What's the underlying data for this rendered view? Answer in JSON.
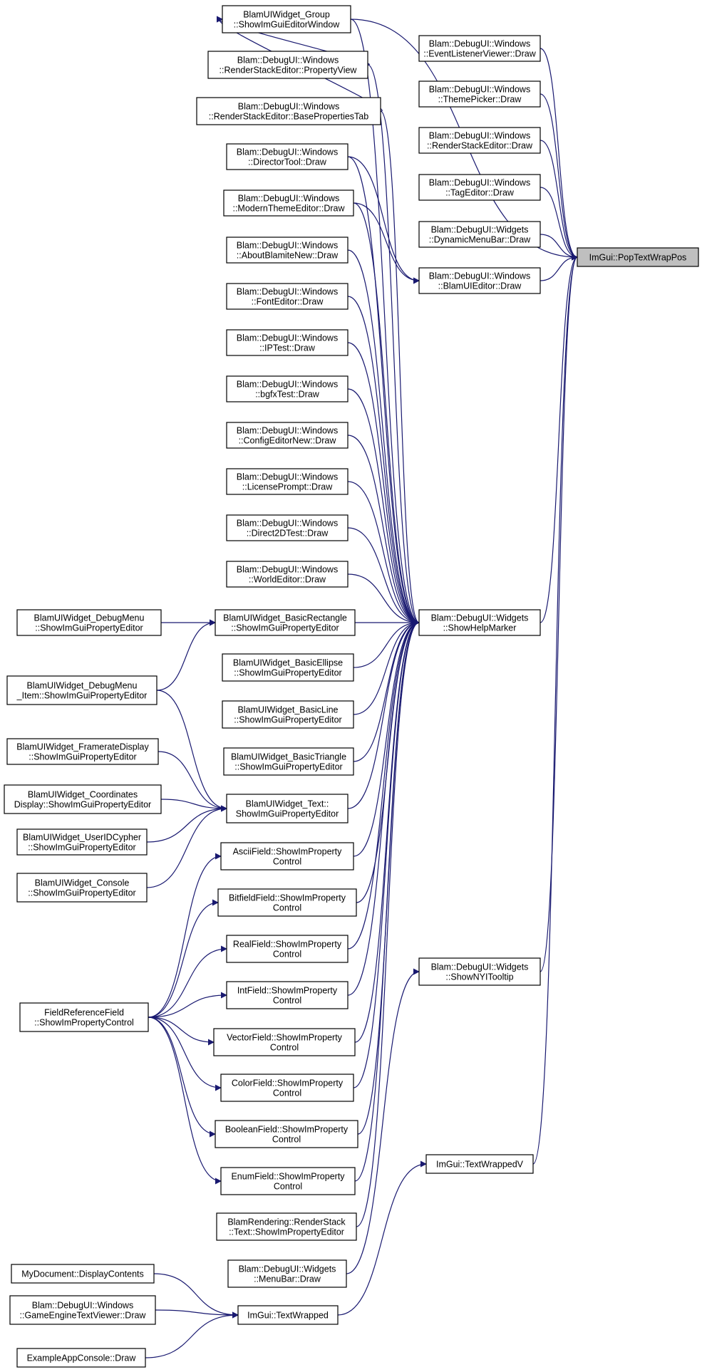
{
  "graph": {
    "root": "n0",
    "colors": {
      "edge": "#191970",
      "root_fill": "#bfbfbf",
      "node_fill": "#ffffff",
      "node_border": "#000000"
    },
    "nodes": [
      {
        "id": "n0",
        "lines": [
          "ImGui::PopTextWrapPos"
        ]
      },
      {
        "id": "n1",
        "lines": [
          "Blam::DebugUI::Windows",
          "::EventListenerViewer::Draw"
        ]
      },
      {
        "id": "n2",
        "lines": [
          "Blam::DebugUI::Windows",
          "::ThemePicker::Draw"
        ]
      },
      {
        "id": "n3",
        "lines": [
          "Blam::DebugUI::Windows",
          "::RenderStackEditor::Draw"
        ]
      },
      {
        "id": "n4",
        "lines": [
          "Blam::DebugUI::Windows",
          "::TagEditor::Draw"
        ]
      },
      {
        "id": "n5",
        "lines": [
          "Blam::DebugUI::Widgets",
          "::DynamicMenuBar::Draw"
        ]
      },
      {
        "id": "n6",
        "lines": [
          "Blam::DebugUI::Windows",
          "::BlamUIEditor::Draw"
        ]
      },
      {
        "id": "n7",
        "lines": [
          "Blam::DebugUI::Widgets",
          "::ShowHelpMarker"
        ]
      },
      {
        "id": "n8",
        "lines": [
          "Blam::DebugUI::Widgets",
          "::ShowNYITooltip"
        ]
      },
      {
        "id": "n9",
        "lines": [
          "ImGui::TextWrappedV"
        ]
      },
      {
        "id": "n10",
        "lines": [
          "BlamUIWidget_Group",
          "::ShowImGuiEditorWindow"
        ]
      },
      {
        "id": "n11",
        "lines": [
          "Blam::DebugUI::Windows",
          "::RenderStackEditor::PropertyView"
        ]
      },
      {
        "id": "n12",
        "lines": [
          "Blam::DebugUI::Windows",
          "::RenderStackEditor::BasePropertiesTab"
        ]
      },
      {
        "id": "n13",
        "lines": [
          "Blam::DebugUI::Windows",
          "::DirectorTool::Draw"
        ]
      },
      {
        "id": "n14",
        "lines": [
          "Blam::DebugUI::Windows",
          "::ModernThemeEditor::Draw"
        ]
      },
      {
        "id": "n15",
        "lines": [
          "Blam::DebugUI::Windows",
          "::AboutBlamiteNew::Draw"
        ]
      },
      {
        "id": "n16",
        "lines": [
          "Blam::DebugUI::Windows",
          "::FontEditor::Draw"
        ]
      },
      {
        "id": "n17",
        "lines": [
          "Blam::DebugUI::Windows",
          "::IPTest::Draw"
        ]
      },
      {
        "id": "n18",
        "lines": [
          "Blam::DebugUI::Windows",
          "::bgfxTest::Draw"
        ]
      },
      {
        "id": "n19",
        "lines": [
          "Blam::DebugUI::Windows",
          "::ConfigEditorNew::Draw"
        ]
      },
      {
        "id": "n20",
        "lines": [
          "Blam::DebugUI::Windows",
          "::LicensePrompt::Draw"
        ]
      },
      {
        "id": "n21",
        "lines": [
          "Blam::DebugUI::Windows",
          "::Direct2DTest::Draw"
        ]
      },
      {
        "id": "n22",
        "lines": [
          "Blam::DebugUI::Windows",
          "::WorldEditor::Draw"
        ]
      },
      {
        "id": "n23",
        "lines": [
          "BlamUIWidget_BasicRectangle",
          "::ShowImGuiPropertyEditor"
        ]
      },
      {
        "id": "n24",
        "lines": [
          "BlamUIWidget_BasicEllipse",
          "::ShowImGuiPropertyEditor"
        ]
      },
      {
        "id": "n25",
        "lines": [
          "BlamUIWidget_BasicLine",
          "::ShowImGuiPropertyEditor"
        ]
      },
      {
        "id": "n26",
        "lines": [
          "BlamUIWidget_BasicTriangle",
          "::ShowImGuiPropertyEditor"
        ]
      },
      {
        "id": "n27",
        "lines": [
          "BlamUIWidget_Text::",
          "ShowImGuiPropertyEditor"
        ]
      },
      {
        "id": "n28",
        "lines": [
          "AsciiField::ShowImProperty",
          "Control"
        ]
      },
      {
        "id": "n29",
        "lines": [
          "BitfieldField::ShowImProperty",
          "Control"
        ]
      },
      {
        "id": "n30",
        "lines": [
          "RealField::ShowImProperty",
          "Control"
        ]
      },
      {
        "id": "n31",
        "lines": [
          "IntField::ShowImProperty",
          "Control"
        ]
      },
      {
        "id": "n32",
        "lines": [
          "VectorField::ShowImProperty",
          "Control"
        ]
      },
      {
        "id": "n33",
        "lines": [
          "ColorField::ShowImProperty",
          "Control"
        ]
      },
      {
        "id": "n34",
        "lines": [
          "BooleanField::ShowImProperty",
          "Control"
        ]
      },
      {
        "id": "n35",
        "lines": [
          "EnumField::ShowImProperty",
          "Control"
        ]
      },
      {
        "id": "n36",
        "lines": [
          "BlamRendering::RenderStack",
          "::Text::ShowImPropertyEditor"
        ]
      },
      {
        "id": "n37",
        "lines": [
          "Blam::DebugUI::Widgets",
          "::MenuBar::Draw"
        ]
      },
      {
        "id": "n38",
        "lines": [
          "ImGui::TextWrapped"
        ]
      },
      {
        "id": "n39",
        "lines": [
          "BlamUIWidget_DebugMenu",
          "::ShowImGuiPropertyEditor"
        ]
      },
      {
        "id": "n40",
        "lines": [
          "BlamUIWidget_DebugMenu",
          "_Item::ShowImGuiPropertyEditor"
        ]
      },
      {
        "id": "n41",
        "lines": [
          "BlamUIWidget_FramerateDisplay",
          "::ShowImGuiPropertyEditor"
        ]
      },
      {
        "id": "n42",
        "lines": [
          "BlamUIWidget_Coordinates",
          "Display::ShowImGuiPropertyEditor"
        ]
      },
      {
        "id": "n43",
        "lines": [
          "BlamUIWidget_UserIDCypher",
          "::ShowImGuiPropertyEditor"
        ]
      },
      {
        "id": "n44",
        "lines": [
          "BlamUIWidget_Console",
          "::ShowImGuiPropertyEditor"
        ]
      },
      {
        "id": "n45",
        "lines": [
          "FieldReferenceField",
          "::ShowImPropertyControl"
        ]
      },
      {
        "id": "n46",
        "lines": [
          "MyDocument::DisplayContents"
        ]
      },
      {
        "id": "n47",
        "lines": [
          "Blam::DebugUI::Windows",
          "::GameEngineTextViewer::Draw"
        ]
      },
      {
        "id": "n48",
        "lines": [
          "ExampleAppConsole::Draw"
        ]
      }
    ],
    "edges": [
      {
        "from": "n1",
        "to": "n0"
      },
      {
        "from": "n2",
        "to": "n0"
      },
      {
        "from": "n3",
        "to": "n0"
      },
      {
        "from": "n4",
        "to": "n0"
      },
      {
        "from": "n5",
        "to": "n0"
      },
      {
        "from": "n6",
        "to": "n0"
      },
      {
        "from": "n7",
        "to": "n0"
      },
      {
        "from": "n8",
        "to": "n0"
      },
      {
        "from": "n9",
        "to": "n0"
      },
      {
        "from": "n10",
        "to": "n0"
      },
      {
        "from": "n11",
        "to": "n10"
      },
      {
        "from": "n12",
        "to": "n10"
      },
      {
        "from": "n13",
        "to": "n6"
      },
      {
        "from": "n14",
        "to": "n6"
      },
      {
        "from": "n10",
        "to": "n7"
      },
      {
        "from": "n11",
        "to": "n7"
      },
      {
        "from": "n12",
        "to": "n7"
      },
      {
        "from": "n13",
        "to": "n7"
      },
      {
        "from": "n14",
        "to": "n7"
      },
      {
        "from": "n15",
        "to": "n7"
      },
      {
        "from": "n16",
        "to": "n7"
      },
      {
        "from": "n17",
        "to": "n7"
      },
      {
        "from": "n18",
        "to": "n7"
      },
      {
        "from": "n19",
        "to": "n7"
      },
      {
        "from": "n20",
        "to": "n7"
      },
      {
        "from": "n21",
        "to": "n7"
      },
      {
        "from": "n22",
        "to": "n7"
      },
      {
        "from": "n23",
        "to": "n7"
      },
      {
        "from": "n24",
        "to": "n7"
      },
      {
        "from": "n25",
        "to": "n7"
      },
      {
        "from": "n26",
        "to": "n7"
      },
      {
        "from": "n27",
        "to": "n7"
      },
      {
        "from": "n28",
        "to": "n7"
      },
      {
        "from": "n29",
        "to": "n7"
      },
      {
        "from": "n30",
        "to": "n7"
      },
      {
        "from": "n31",
        "to": "n7"
      },
      {
        "from": "n32",
        "to": "n7"
      },
      {
        "from": "n33",
        "to": "n7"
      },
      {
        "from": "n34",
        "to": "n7"
      },
      {
        "from": "n35",
        "to": "n7"
      },
      {
        "from": "n36",
        "to": "n7"
      },
      {
        "from": "n37",
        "to": "n8"
      },
      {
        "from": "n38",
        "to": "n9"
      },
      {
        "from": "n39",
        "to": "n23"
      },
      {
        "from": "n40",
        "to": "n23"
      },
      {
        "from": "n40",
        "to": "n27"
      },
      {
        "from": "n41",
        "to": "n27"
      },
      {
        "from": "n42",
        "to": "n27"
      },
      {
        "from": "n43",
        "to": "n27"
      },
      {
        "from": "n44",
        "to": "n27"
      },
      {
        "from": "n45",
        "to": "n28"
      },
      {
        "from": "n45",
        "to": "n29"
      },
      {
        "from": "n45",
        "to": "n30"
      },
      {
        "from": "n45",
        "to": "n31"
      },
      {
        "from": "n45",
        "to": "n32"
      },
      {
        "from": "n45",
        "to": "n33"
      },
      {
        "from": "n45",
        "to": "n34"
      },
      {
        "from": "n45",
        "to": "n35"
      },
      {
        "from": "n46",
        "to": "n38"
      },
      {
        "from": "n47",
        "to": "n38"
      },
      {
        "from": "n48",
        "to": "n38"
      }
    ]
  }
}
